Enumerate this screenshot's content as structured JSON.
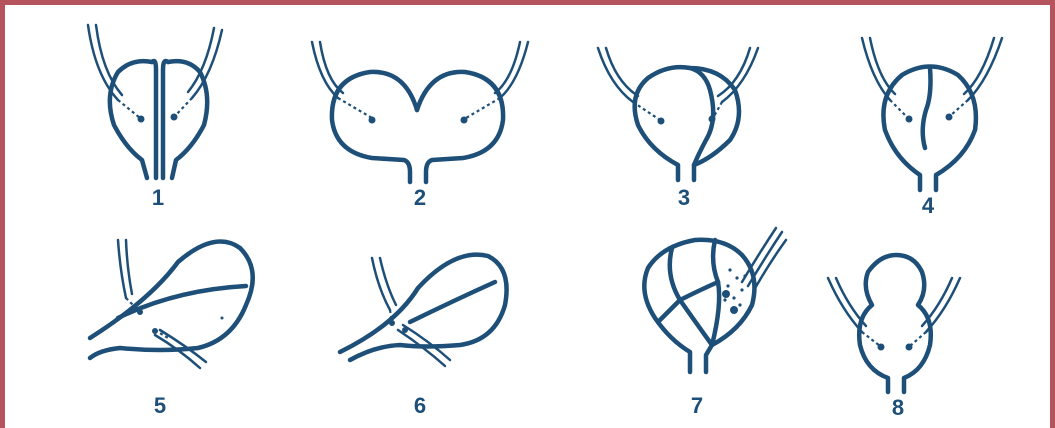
{
  "colors": {
    "ink": "#1d4f78",
    "frame": "#b5545c",
    "background": "#ffffff"
  },
  "panels": [
    {
      "label": "1"
    },
    {
      "label": "2"
    },
    {
      "label": "3"
    },
    {
      "label": "4"
    },
    {
      "label": "5"
    },
    {
      "label": "6"
    },
    {
      "label": "7"
    },
    {
      "label": "8"
    }
  ]
}
